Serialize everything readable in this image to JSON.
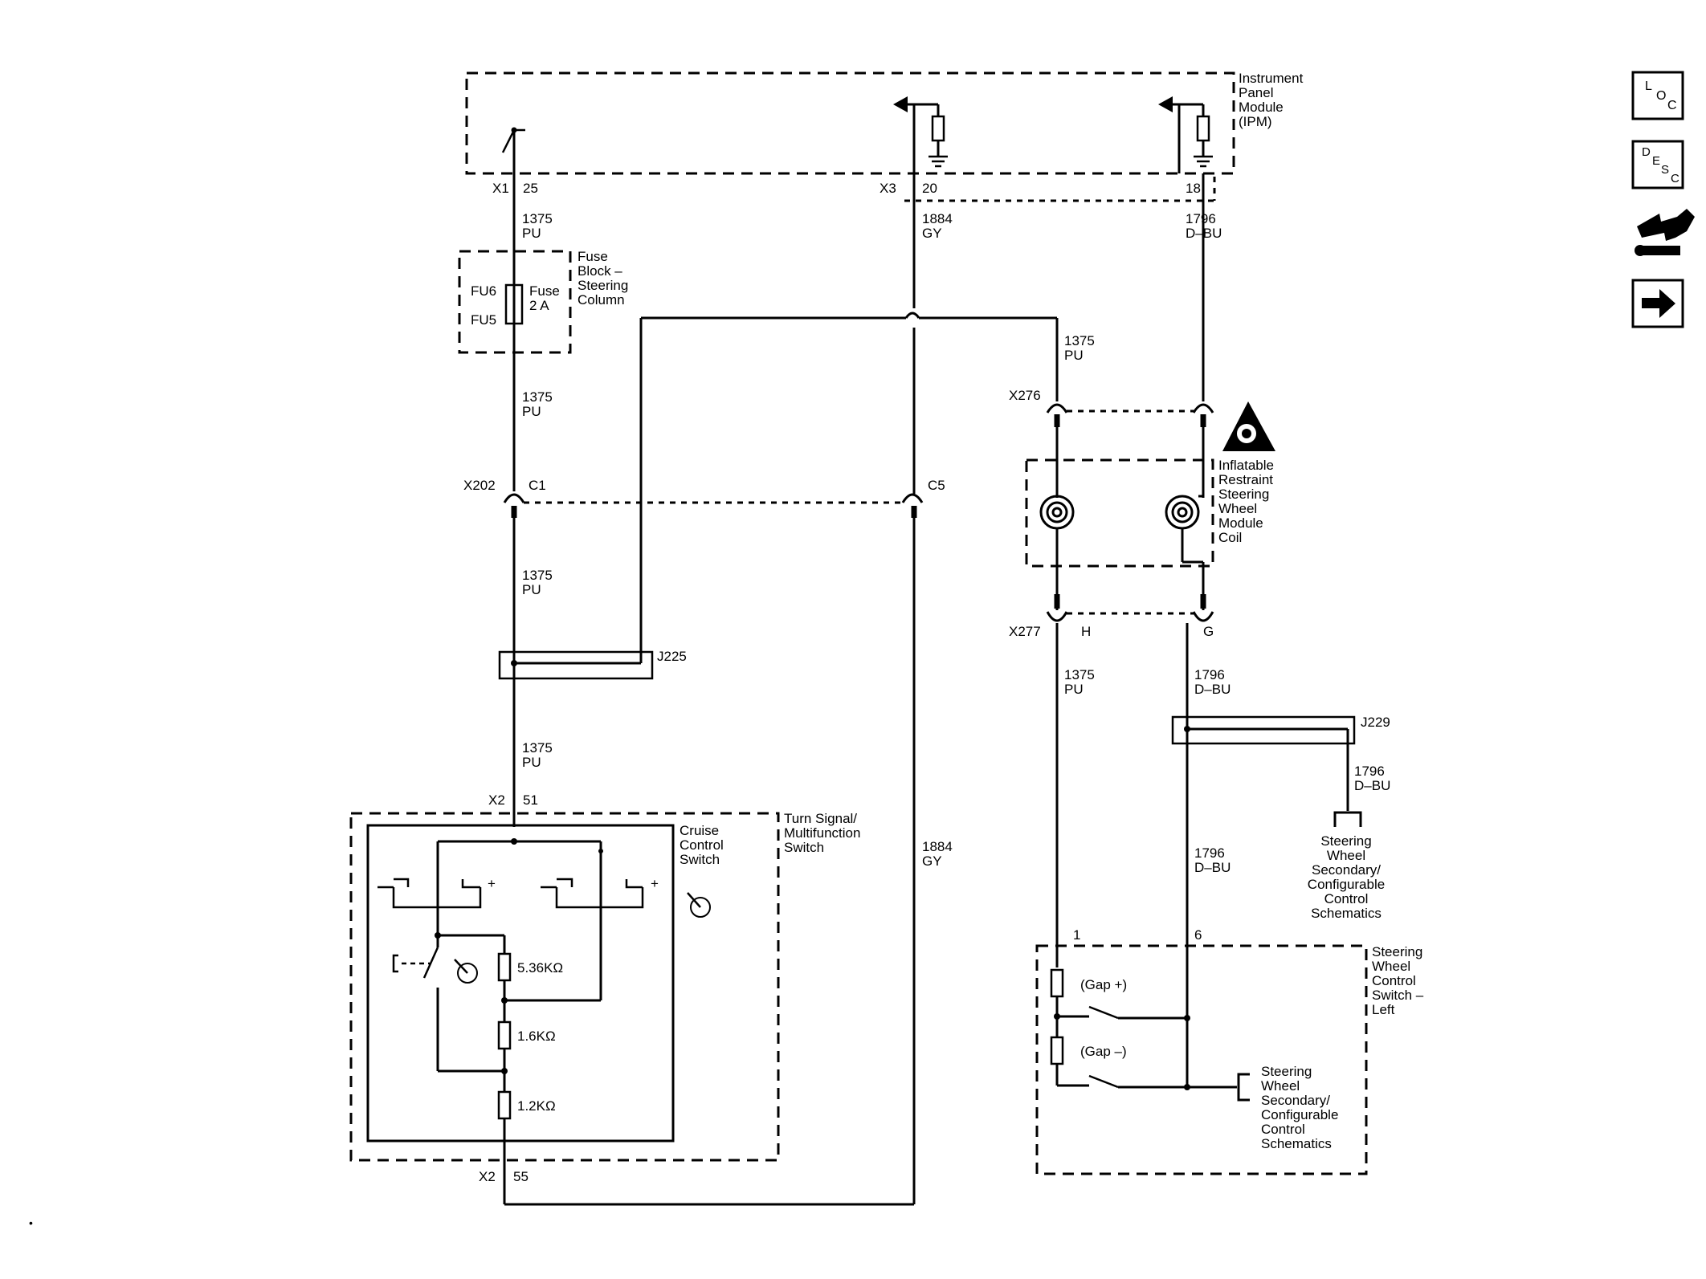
{
  "components": {
    "ipm": [
      "Instrument",
      "Panel",
      "Module",
      "(IPM)"
    ],
    "fuse_block": [
      "Fuse",
      "Block –",
      "Steering",
      "Column"
    ],
    "fuse_rating": [
      "Fuse",
      "2 A"
    ],
    "fu6": "FU6",
    "fu5": "FU5",
    "airbag_coil": [
      "Inflatable",
      "Restraint",
      "Steering",
      "Wheel",
      "Module",
      "Coil"
    ],
    "turn_signal": [
      "Turn Signal/",
      "Multifunction",
      "Switch"
    ],
    "cruise_switch": [
      "Cruise",
      "Control",
      "Switch"
    ],
    "sw_control_left": [
      "Steering",
      "Wheel",
      "Control",
      "Switch –",
      "Left"
    ],
    "sw_secondary_ref_1": [
      "Steering",
      "Wheel",
      "Secondary/",
      "Configurable",
      "Control",
      "Schematics"
    ],
    "sw_secondary_ref_2": [
      "Steering",
      "Wheel",
      "Secondary/",
      "Configurable",
      "Control",
      "Schematics"
    ]
  },
  "connectors": {
    "x1": "X1",
    "x1_pin": "25",
    "x3": "X3",
    "x3_pin20": "20",
    "x3_pin18": "18",
    "x202": "X202",
    "x202_c1": "C1",
    "x202_c5": "C5",
    "x276": "X276",
    "x277": "X277",
    "x277_h": "H",
    "x277_g": "G",
    "x2_top": "X2",
    "x2_pin51": "51",
    "x2_bot": "X2",
    "x2_pin55": "55",
    "j225": "J225",
    "j229": "J229",
    "pin1": "1",
    "pin6": "6"
  },
  "wires": {
    "w1375_a": [
      "1375",
      "PU"
    ],
    "w1375_b": [
      "1375",
      "PU"
    ],
    "w1375_c": [
      "1375",
      "PU"
    ],
    "w1375_d": [
      "1375",
      "PU"
    ],
    "w1375_e": [
      "1375",
      "PU"
    ],
    "w1375_f": [
      "1375",
      "PU"
    ],
    "w1884_a": [
      "1884",
      "GY"
    ],
    "w1884_b": [
      "1884",
      "GY"
    ],
    "w1796_a": [
      "1796",
      "D–BU"
    ],
    "w1796_b": [
      "1796",
      "D–BU"
    ],
    "w1796_c": [
      "1796",
      "D–BU"
    ],
    "w1796_d": [
      "1796",
      "D–BU"
    ]
  },
  "resistors": {
    "r1": "5.36KΩ",
    "r2": "1.6KΩ",
    "r3": "1.2KΩ",
    "gap_plus": "(Gap +)",
    "gap_minus": "(Gap –)"
  },
  "side_nav": {
    "loc": [
      "L",
      "O",
      "C"
    ],
    "desc": [
      "D",
      "E",
      "S",
      "C"
    ],
    "service_icon": "connector-service-icon",
    "next_icon": "arrow-right-icon"
  },
  "footer_mark": "•"
}
